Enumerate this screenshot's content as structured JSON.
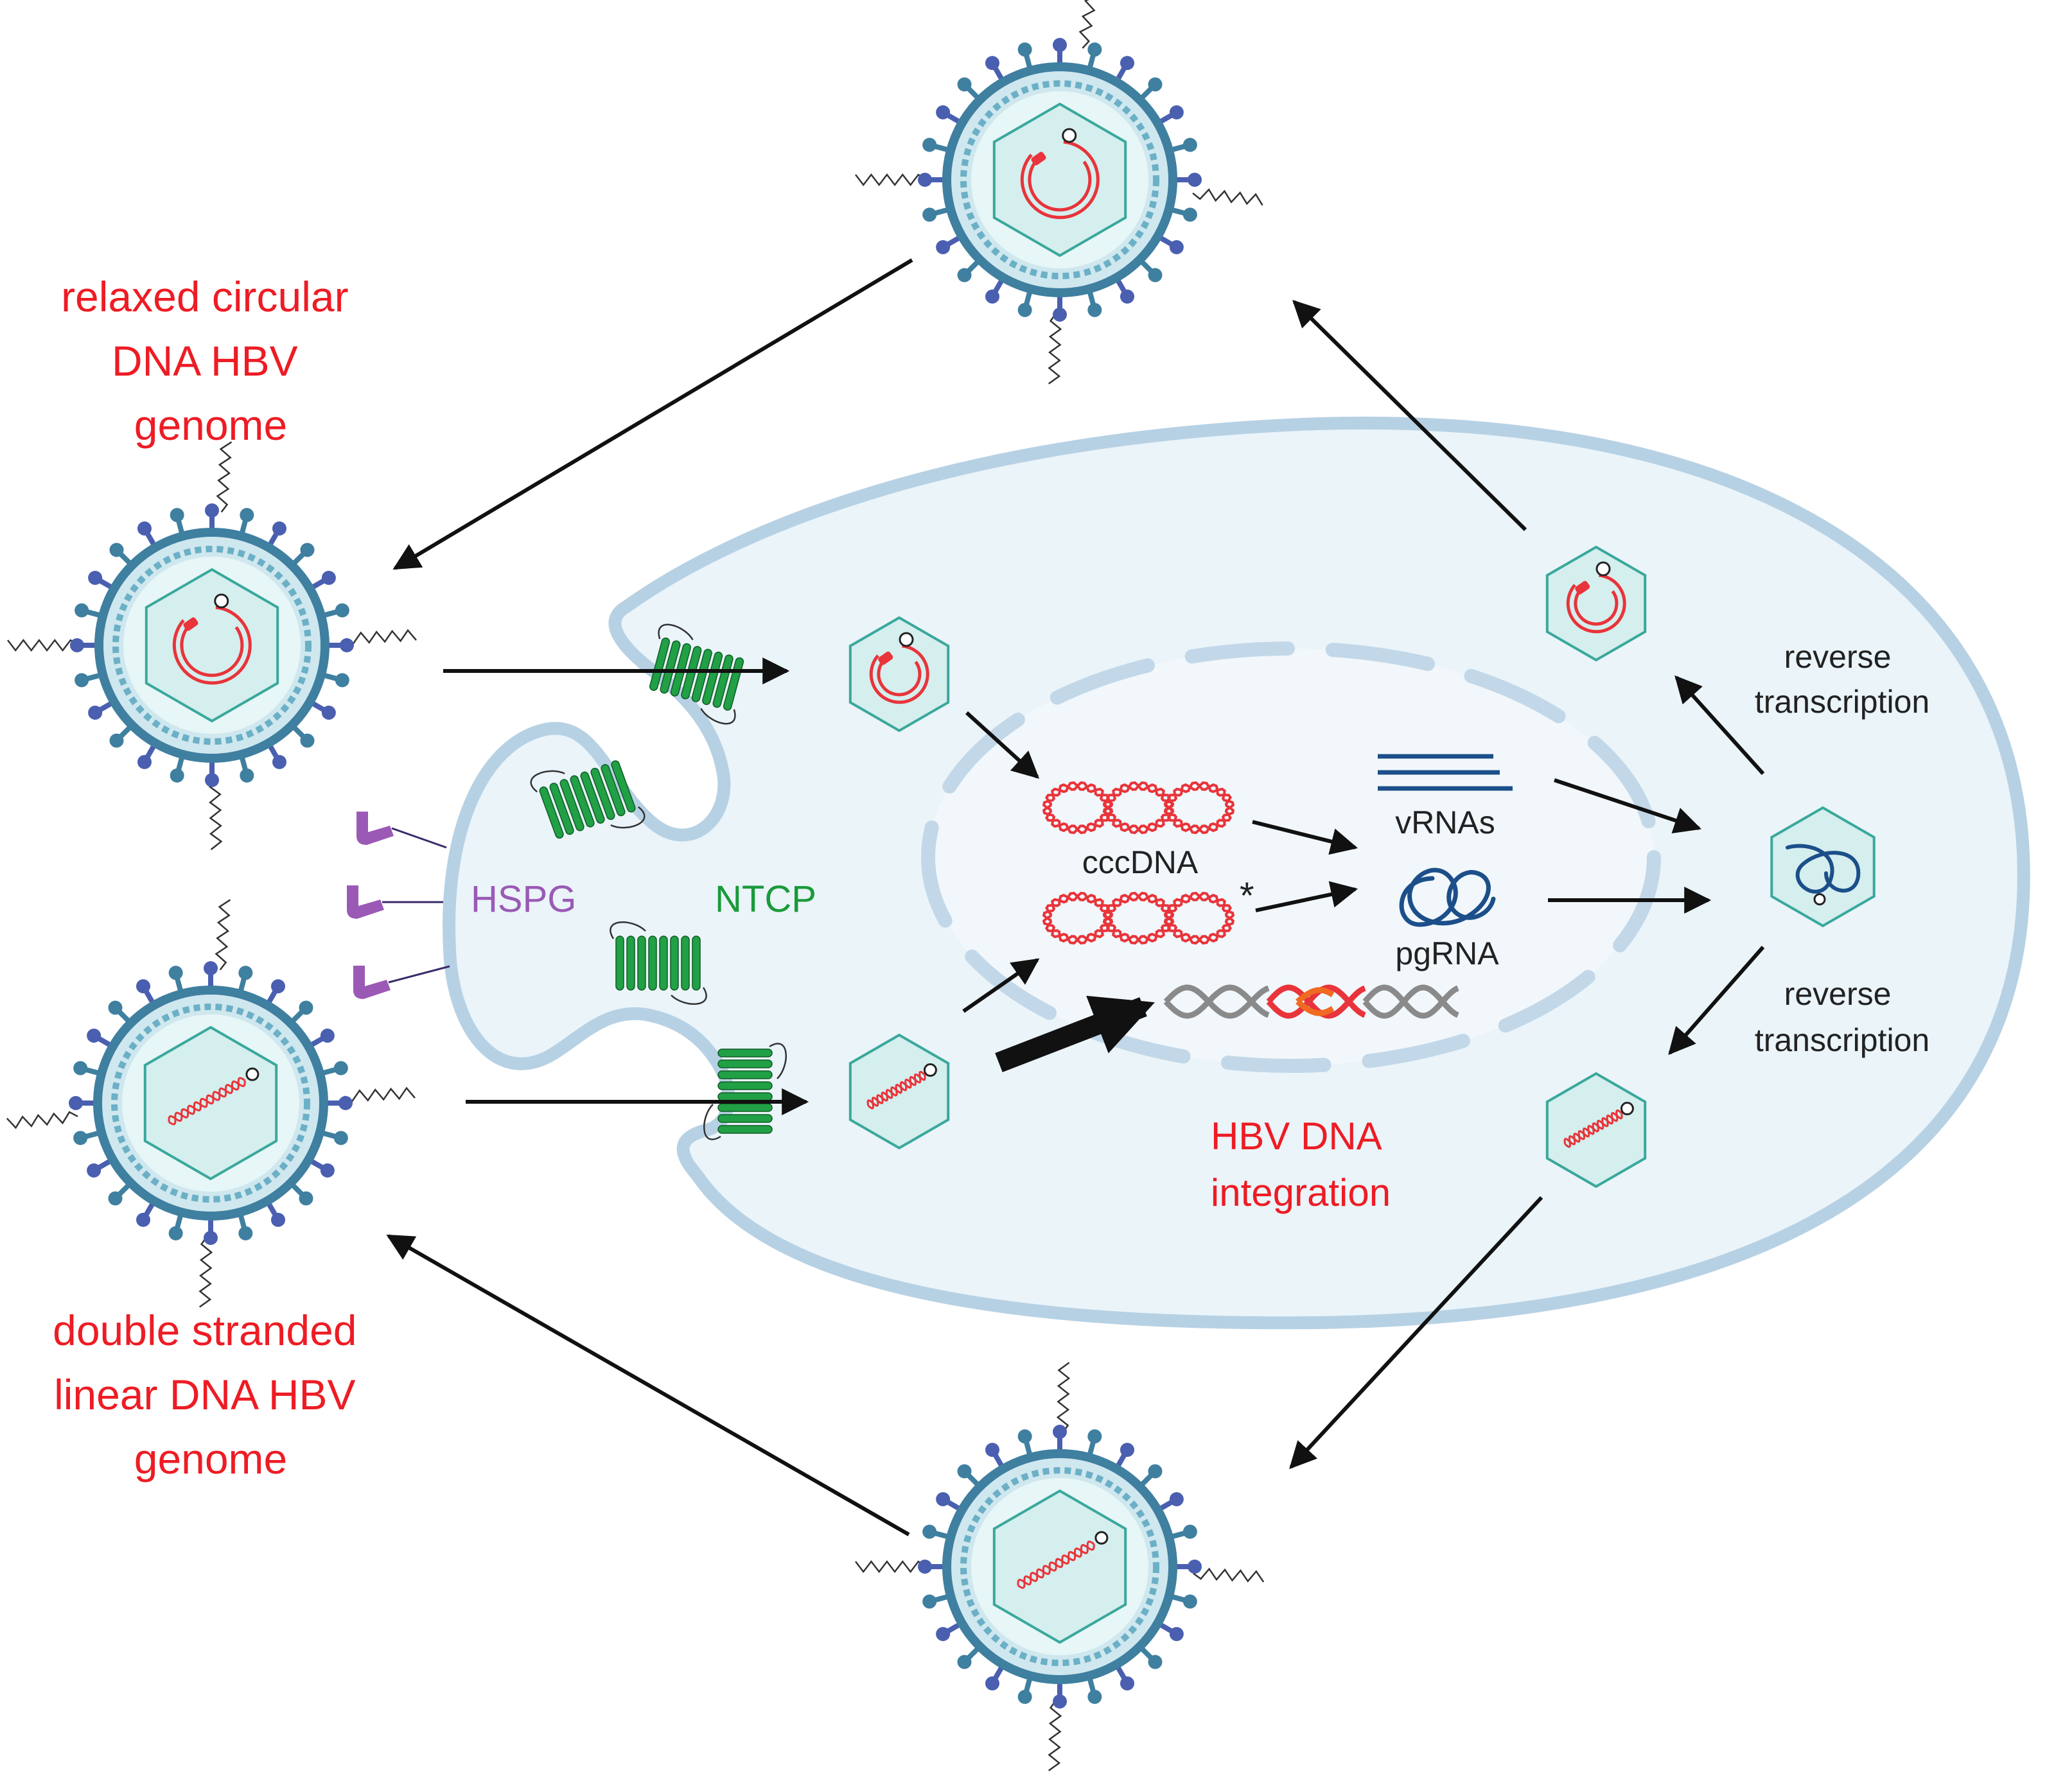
{
  "labels": {
    "rc_genome": [
      "relaxed circular",
      "DNA HBV",
      "genome"
    ],
    "dsl_genome": [
      "double stranded",
      "linear DNA HBV",
      "genome"
    ],
    "hspg": "HSPG",
    "ntcp": "NTCP",
    "cccdna": "cccDNA",
    "asterisk": "*",
    "vrnas": "vRNAs",
    "pgrna": "pgRNA",
    "integration": [
      "HBV DNA",
      "integration"
    ],
    "reverse_transcription_upper": [
      "reverse",
      "transcription"
    ],
    "reverse_transcription_lower": [
      "reverse",
      "transcription"
    ]
  },
  "colors": {
    "label_red": "#ed1c24",
    "hspg_purple": "#9b59b6",
    "ntcp_green": "#1a9a3a",
    "cell_fill": "#eaf4f9",
    "membrane": "#b7d1e4",
    "nuclear_dash": "#c2d8e8",
    "envelope": "#3f7fa0",
    "spike": "#4a5fb0",
    "capsid_fill": "#d5eeee",
    "capsid_stroke": "#3aa89c",
    "dna_red": "#e8343a",
    "rna_blue": "#1c4f8a",
    "arrow": "#111111"
  }
}
